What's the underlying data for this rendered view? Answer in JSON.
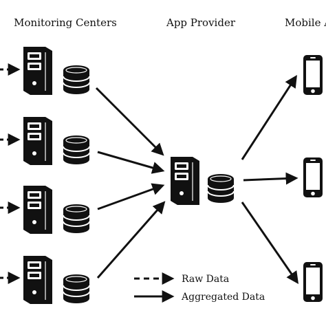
{
  "headers": {
    "monitoring_centers": "Monitoring Centers",
    "app_provider": "App Provider",
    "mobile_apps": "Mobile A"
  },
  "legend": {
    "raw": "Raw Data",
    "aggregated": "Aggregated Data"
  },
  "icons": {
    "server": "server-tower-icon",
    "database": "database-icon",
    "phone": "smartphone-icon"
  },
  "colors": {
    "ink": "#111111",
    "background": "#ffffff"
  }
}
